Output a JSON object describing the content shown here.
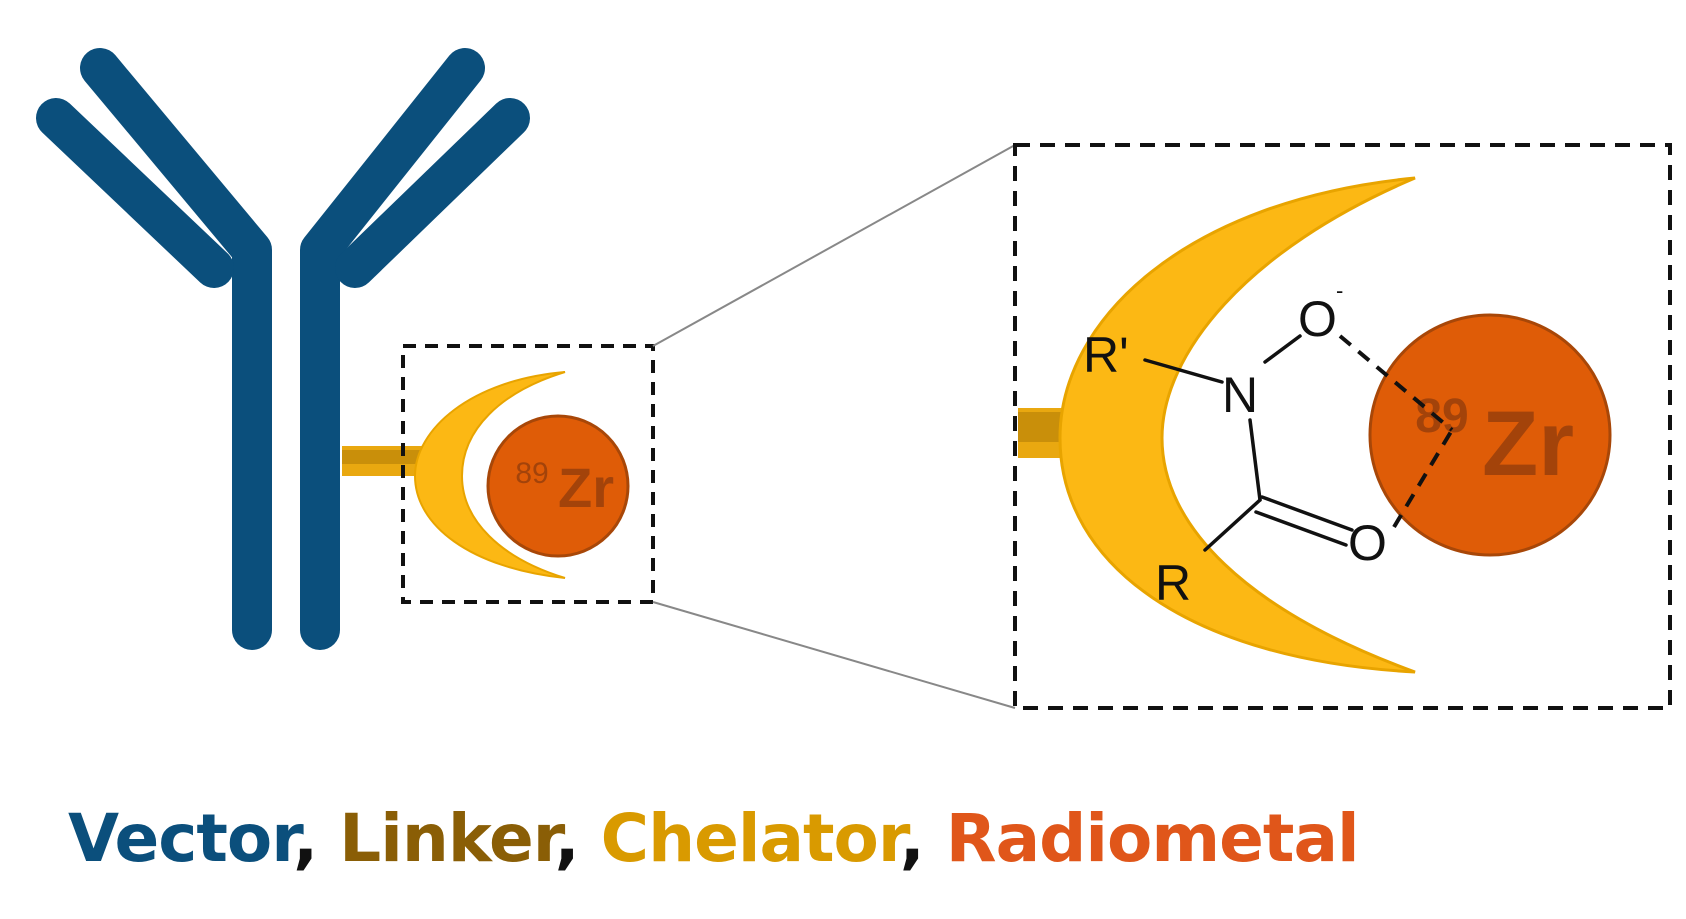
{
  "metal": {
    "mass_number": "89",
    "symbol": "Zr"
  },
  "chemistry": {
    "r_prime": "R'",
    "r": "R",
    "nitrogen": "N",
    "oxygen_top": "O",
    "oxygen_top_charge": "-",
    "oxygen_bottom": "O"
  },
  "caption": {
    "vector": "Vector",
    "linker": "Linker",
    "chelator": "Chelator",
    "radiometal": "Radiometal",
    "separator": ","
  },
  "colors": {
    "vector": "#0b4f7c",
    "linker": "#8a5e06",
    "chelator": "#d99a00",
    "radiometal": "#e0561a",
    "crescent_fill": "#fcb814",
    "crescent_stroke": "#e8a400",
    "sphere_fill": "#df5c07",
    "sphere_stroke": "#a84708",
    "sphere_text": "#a3430a"
  }
}
